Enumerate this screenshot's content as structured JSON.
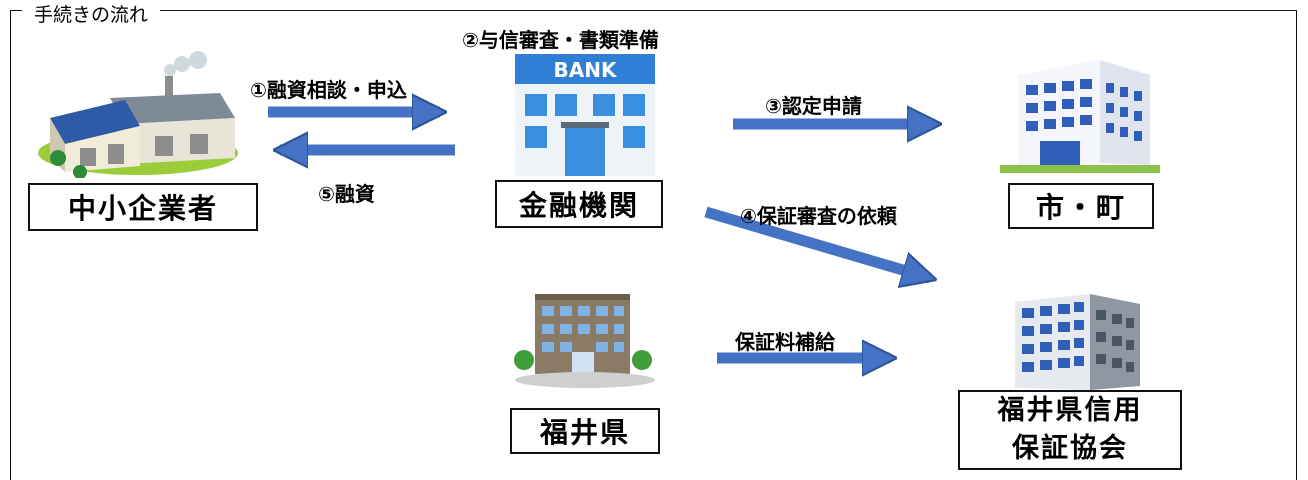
{
  "title": "手続きの流れ",
  "nodes": {
    "sme": "中小企業者",
    "bank": "金融機関",
    "city": "市・町",
    "prefecture": "福井県",
    "association_line1": "福井県信用",
    "association_line2": "保証協会"
  },
  "bank_sign": "BANK",
  "steps": {
    "step1": "①融資相談・申込",
    "step2": "②与信審査・書類準備",
    "step3": "③認定申請",
    "step4": "④保証審査の依頼",
    "step5": "⑤融資",
    "subsidy": "保証料補給"
  },
  "colors": {
    "arrow": "#4472c4",
    "arrow_edge": "#2f5597"
  }
}
